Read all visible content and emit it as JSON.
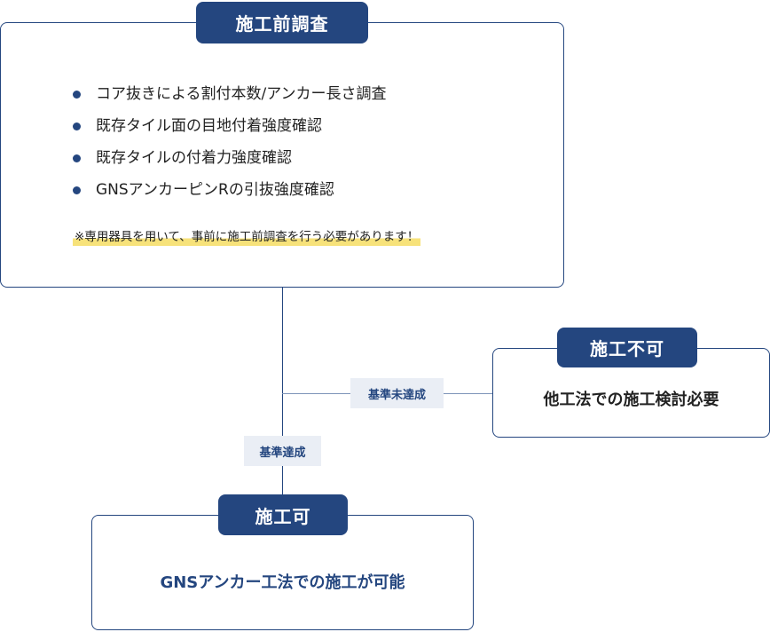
{
  "survey": {
    "title": "施工前調査",
    "items": [
      "コア抜きによる割付本数/アンカー長さ調査",
      "既存タイル面の目地付着強度確認",
      "既存タイルの付着力強度確認",
      "GNSアンカーピンRの引抜強度確認"
    ],
    "note": "※専用器具を用いて、事前に施工前調査を行う必要があります！"
  },
  "branches": {
    "fail_label": "基準未達成",
    "pass_label": "基準達成"
  },
  "not_possible": {
    "title": "施工不可",
    "text": "他工法での施工検討必要"
  },
  "possible": {
    "title": "施工可",
    "text": "GNSアンカー工法での施工が可能"
  },
  "colors": {
    "primary": "#24467f",
    "label_bg": "#eaeef5",
    "highlight": "#f7e27a"
  }
}
